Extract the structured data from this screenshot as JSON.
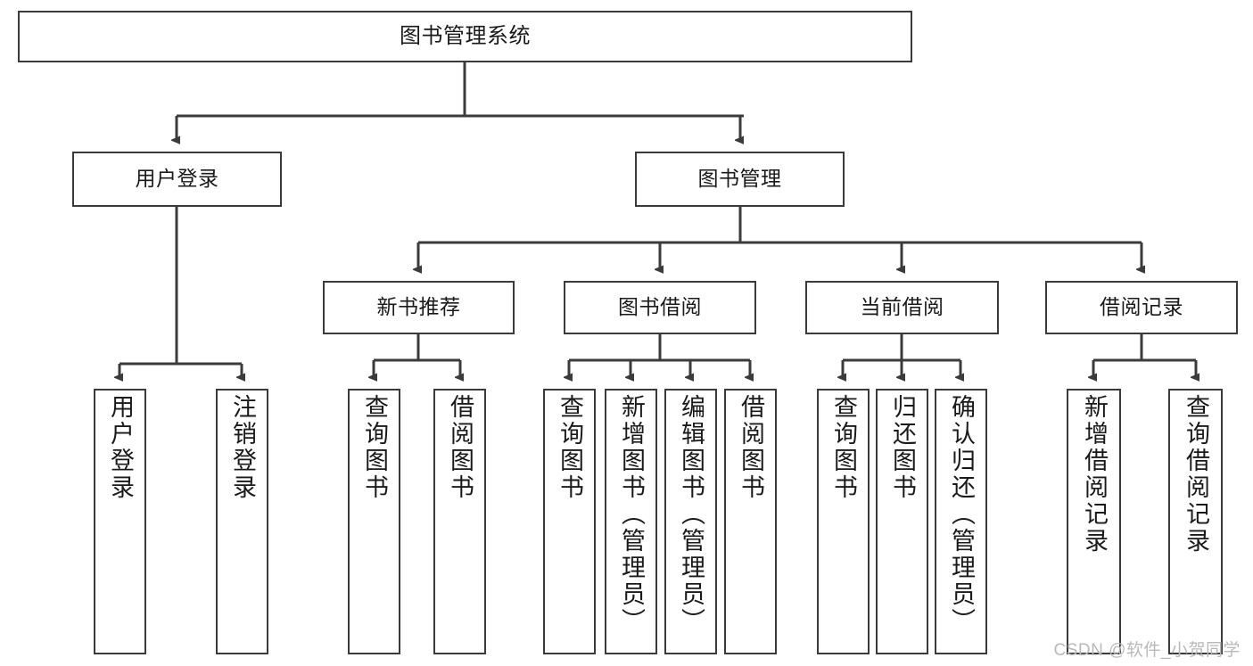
{
  "diagram": {
    "title": "图书管理系统",
    "root": {
      "label": "图书管理系统"
    },
    "level2": [
      {
        "label": "用户登录"
      },
      {
        "label": "图书管理"
      }
    ],
    "level3": [
      {
        "label": "新书推荐"
      },
      {
        "label": "图书借阅"
      },
      {
        "label": "当前借阅"
      },
      {
        "label": "借阅记录"
      }
    ],
    "leaves": {
      "user_login": [
        {
          "label": "用户登录"
        },
        {
          "label": "注销登录"
        }
      ],
      "new_book_recommend": [
        {
          "label": "查询图书"
        },
        {
          "label": "借阅图书"
        }
      ],
      "book_borrow": [
        {
          "label": "查询图书"
        },
        {
          "label": "新增图书（管理员）"
        },
        {
          "label": "编辑图书（管理员）"
        },
        {
          "label": "借阅图书"
        }
      ],
      "current_borrow": [
        {
          "label": "查询图书"
        },
        {
          "label": "归还图书"
        },
        {
          "label": "确认归还（管理员）"
        }
      ],
      "borrow_record": [
        {
          "label": "新增借阅记录"
        },
        {
          "label": "查询借阅记录"
        }
      ]
    }
  },
  "watermark": {
    "text": "CSDN @软件_小贺同学"
  },
  "colors": {
    "stroke": "#3b3b3b",
    "text": "#1a1a1a",
    "background": "#ffffff",
    "watermark": "#b9b9b9"
  }
}
